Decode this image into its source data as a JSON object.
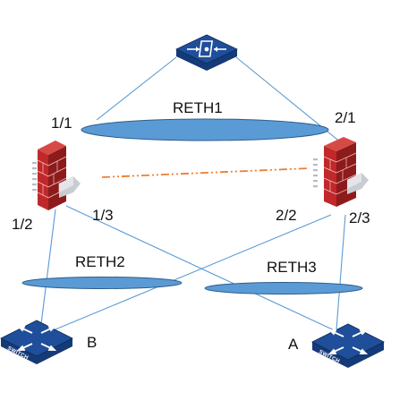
{
  "colors": {
    "link": "#5b9bd5",
    "ellipse_fill": "#5b9bd5",
    "ellipse_stroke": "#2e5d8c",
    "heartbeat": "#ed7d31",
    "device_blue": "#1f4e9a",
    "firewall_red": "#c0282a"
  },
  "nodes": {
    "top_device": {
      "icon": "top-network-device-icon"
    },
    "fw_left": {
      "icon": "firewall-icon"
    },
    "fw_right": {
      "icon": "firewall-icon"
    },
    "switch_b": {
      "icon": "switch-icon",
      "icon_text": "SWITCH",
      "label": "B"
    },
    "switch_a": {
      "icon": "switch-icon",
      "icon_text": "SWITCH",
      "label": "A"
    }
  },
  "reth": {
    "reth1": "RETH1",
    "reth2": "RETH2",
    "reth3": "RETH3"
  },
  "ports": {
    "p1_1": "1/1",
    "p2_1": "2/1",
    "p1_2": "1/2",
    "p1_3": "1/3",
    "p2_2": "2/2",
    "p2_3": "2/3"
  }
}
